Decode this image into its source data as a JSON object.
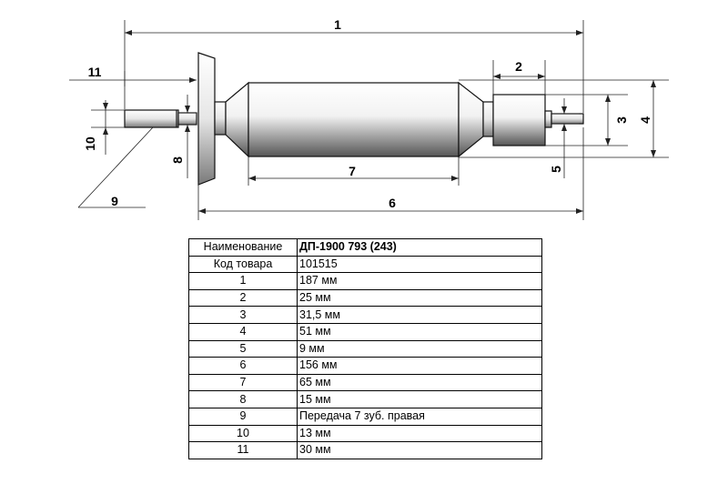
{
  "diagram": {
    "labels": [
      "1",
      "2",
      "3",
      "4",
      "5",
      "6",
      "7",
      "8",
      "9",
      "10",
      "11"
    ]
  },
  "table": {
    "header": {
      "key": "Наименование",
      "value": "ДП-1900 793 (243)"
    },
    "rows": [
      {
        "key": "Код товара",
        "value": "101515"
      },
      {
        "key": "1",
        "value": "187 мм"
      },
      {
        "key": "2",
        "value": "25 мм"
      },
      {
        "key": "3",
        "value": "31,5 мм"
      },
      {
        "key": "4",
        "value": "51 мм"
      },
      {
        "key": "5",
        "value": "9 мм"
      },
      {
        "key": "6",
        "value": "156 мм"
      },
      {
        "key": "7",
        "value": "65 мм"
      },
      {
        "key": "8",
        "value": "15 мм"
      },
      {
        "key": "9",
        "value": "Передача 7 зуб. правая"
      },
      {
        "key": "10",
        "value": "13 мм"
      },
      {
        "key": "11",
        "value": "30 мм"
      }
    ]
  }
}
